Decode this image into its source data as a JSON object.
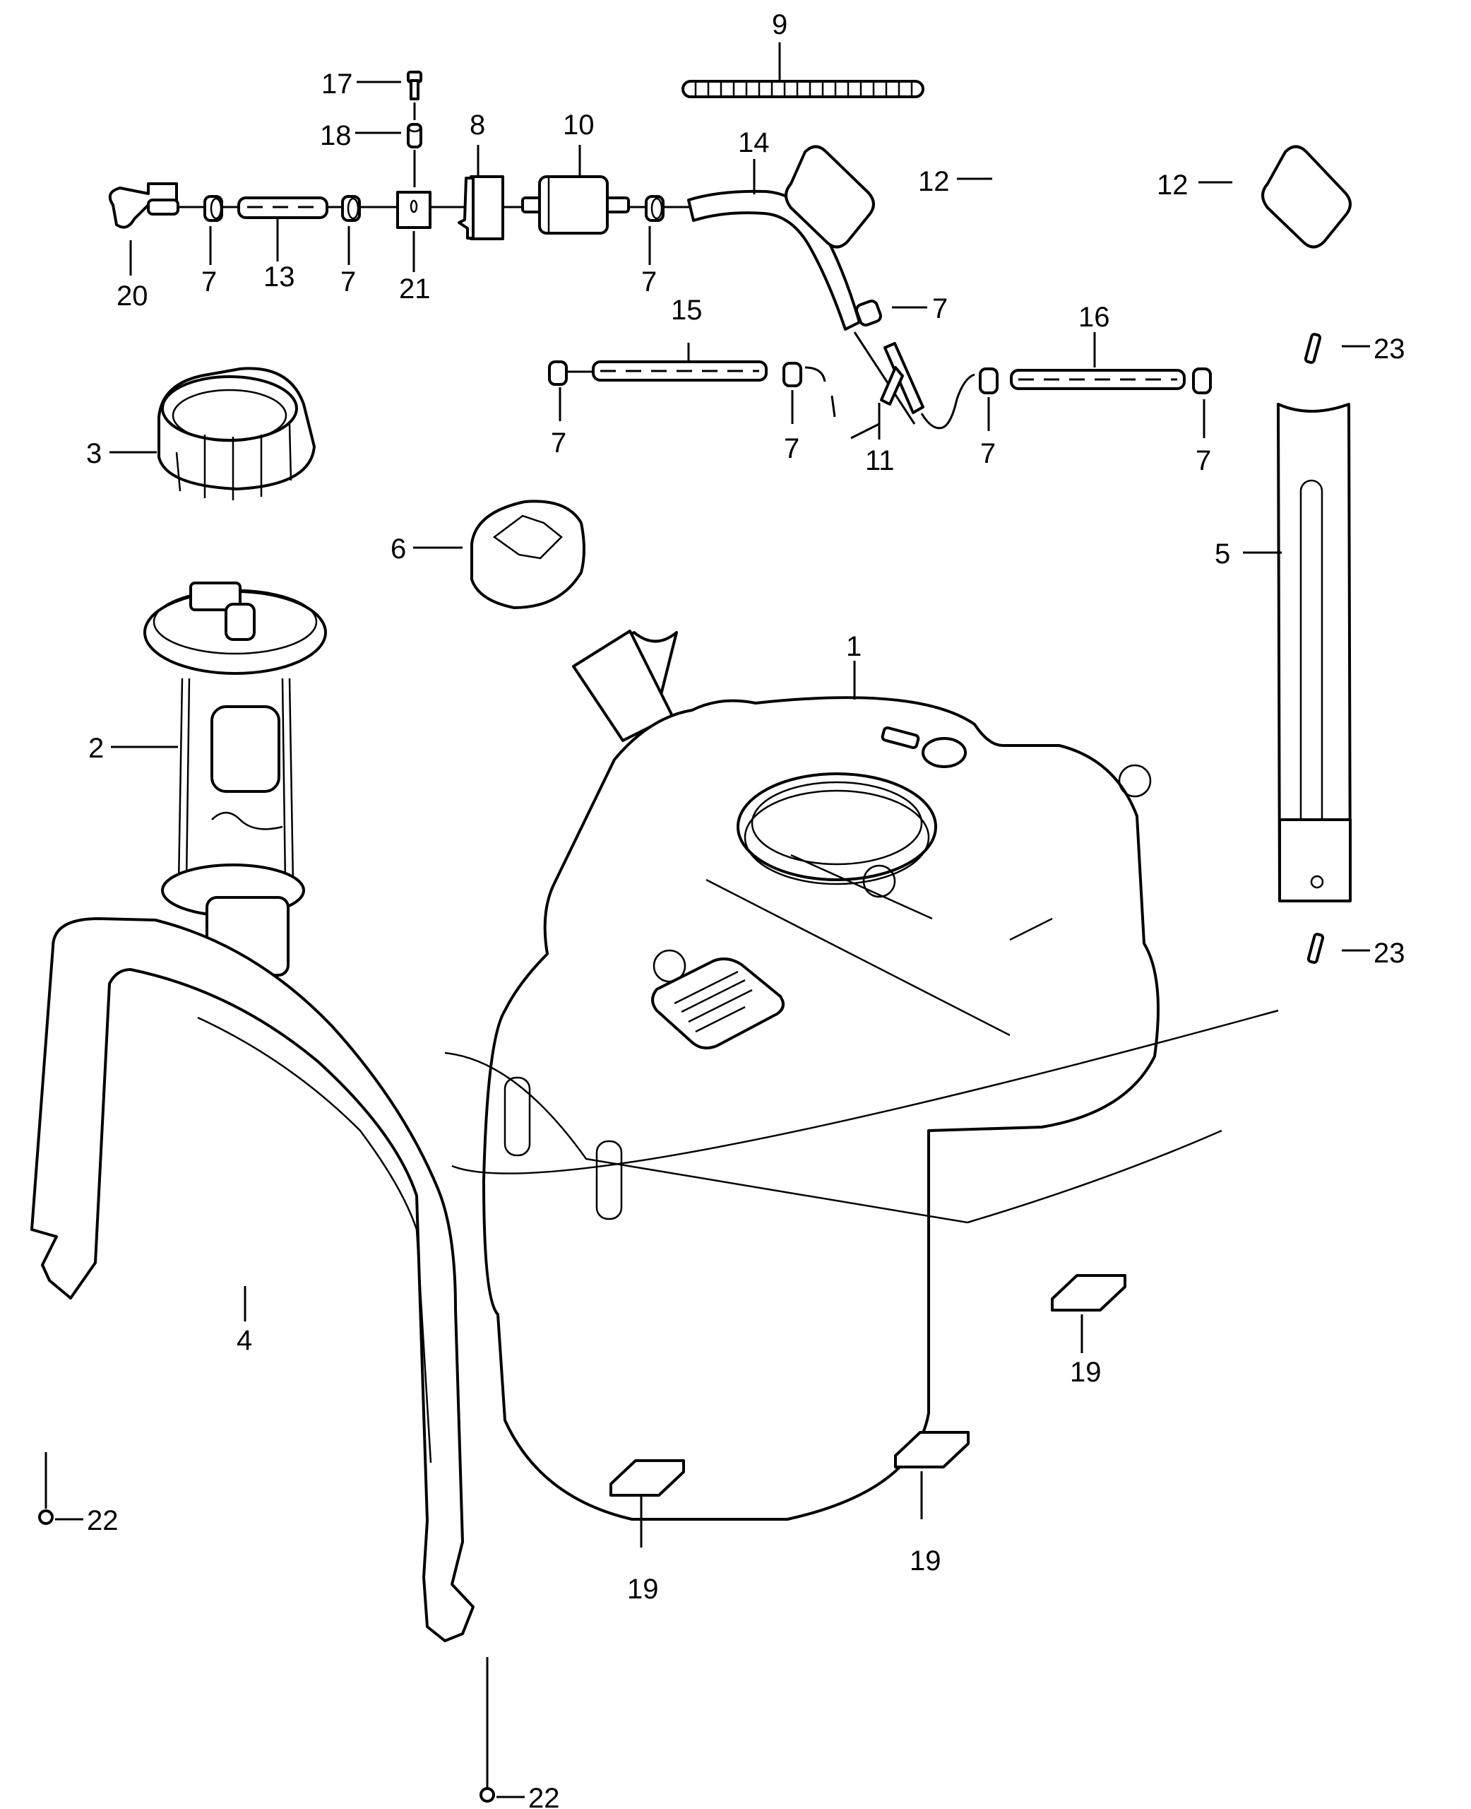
{
  "diagram": {
    "title": "Fuel tank assembly exploded view",
    "callouts": [
      {
        "id": "c1",
        "label": "1"
      },
      {
        "id": "c2",
        "label": "2"
      },
      {
        "id": "c3",
        "label": "3"
      },
      {
        "id": "c4",
        "label": "4"
      },
      {
        "id": "c5",
        "label": "5"
      },
      {
        "id": "c6",
        "label": "6"
      },
      {
        "id": "c7a",
        "label": "7"
      },
      {
        "id": "c7b",
        "label": "7"
      },
      {
        "id": "c7c",
        "label": "7"
      },
      {
        "id": "c7d",
        "label": "7"
      },
      {
        "id": "c7e",
        "label": "7"
      },
      {
        "id": "c7f",
        "label": "7"
      },
      {
        "id": "c7g",
        "label": "7"
      },
      {
        "id": "c7h",
        "label": "7"
      },
      {
        "id": "c8",
        "label": "8"
      },
      {
        "id": "c9",
        "label": "9"
      },
      {
        "id": "c10",
        "label": "10"
      },
      {
        "id": "c11",
        "label": "11"
      },
      {
        "id": "c12a",
        "label": "12"
      },
      {
        "id": "c12b",
        "label": "12"
      },
      {
        "id": "c13",
        "label": "13"
      },
      {
        "id": "c14",
        "label": "14"
      },
      {
        "id": "c15",
        "label": "15"
      },
      {
        "id": "c16",
        "label": "16"
      },
      {
        "id": "c17",
        "label": "17"
      },
      {
        "id": "c18",
        "label": "18"
      },
      {
        "id": "c19a",
        "label": "19"
      },
      {
        "id": "c19b",
        "label": "19"
      },
      {
        "id": "c19c",
        "label": "19"
      },
      {
        "id": "c20",
        "label": "20"
      },
      {
        "id": "c21",
        "label": "21"
      },
      {
        "id": "c22a",
        "label": "22"
      },
      {
        "id": "c22b",
        "label": "22"
      },
      {
        "id": "c23a",
        "label": "23"
      },
      {
        "id": "c23b",
        "label": "23"
      }
    ],
    "parts": [
      {
        "num": "1",
        "name": "fuel-tank"
      },
      {
        "num": "2",
        "name": "fuel-pump-module"
      },
      {
        "num": "3",
        "name": "lock-ring"
      },
      {
        "num": "4",
        "name": "tank-strap"
      },
      {
        "num": "5",
        "name": "tank-strap-bracket"
      },
      {
        "num": "6",
        "name": "fuel-cap"
      },
      {
        "num": "7",
        "name": "hose-clamp"
      },
      {
        "num": "8",
        "name": "fuel-filter-bracket"
      },
      {
        "num": "9",
        "name": "corrugated-sleeve"
      },
      {
        "num": "10",
        "name": "fuel-filter"
      },
      {
        "num": "11",
        "name": "y-connector"
      },
      {
        "num": "12",
        "name": "pad"
      },
      {
        "num": "13",
        "name": "fuel-hose"
      },
      {
        "num": "14",
        "name": "vent-hose"
      },
      {
        "num": "15",
        "name": "hose"
      },
      {
        "num": "16",
        "name": "hose"
      },
      {
        "num": "17",
        "name": "bolt"
      },
      {
        "num": "18",
        "name": "spacer"
      },
      {
        "num": "19",
        "name": "rubber-pad"
      },
      {
        "num": "20",
        "name": "elbow-connector"
      },
      {
        "num": "21",
        "name": "clip"
      },
      {
        "num": "22",
        "name": "nut"
      },
      {
        "num": "23",
        "name": "bolt"
      }
    ]
  }
}
